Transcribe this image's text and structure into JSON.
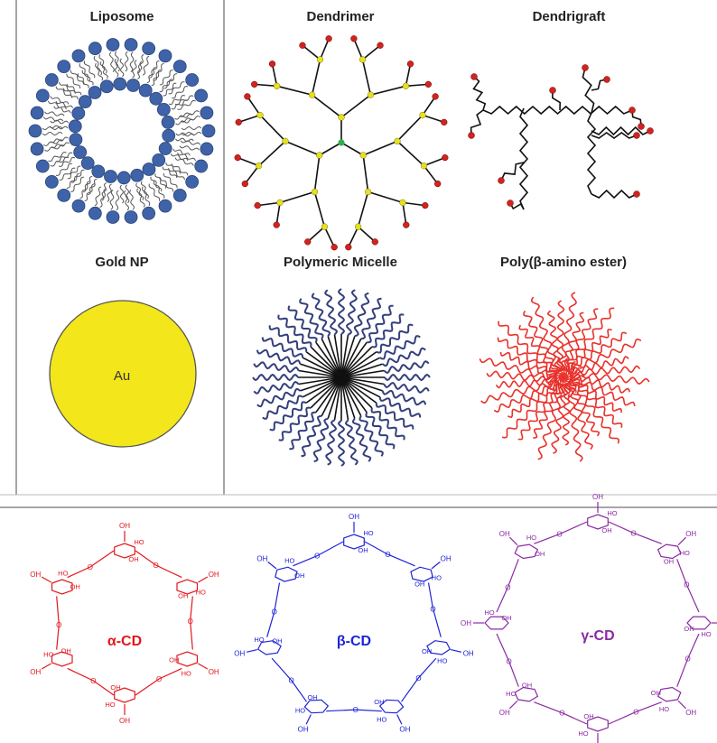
{
  "panels": {
    "liposome": {
      "title": "Liposome",
      "color": "#3f63a8"
    },
    "dendrimer": {
      "title": "Dendrimer",
      "node_color": "#e6e020",
      "end_color": "#d2231e",
      "core_color": "#2fae4a"
    },
    "dendrigraft": {
      "title": "Dendrigraft",
      "end_color": "#d2231e"
    },
    "gold": {
      "title": "Gold NP",
      "label": "Au",
      "color": "#f3e61a"
    },
    "micelle": {
      "title": "Polymeric Micelle",
      "color": "#34407c"
    },
    "pbae": {
      "title": "Poly(β-amino ester)",
      "color": "#e8322c"
    }
  },
  "cyclodextrins": [
    {
      "label": "α-CD",
      "color": "#e3171d",
      "units": 6
    },
    {
      "label": "β-CD",
      "color": "#1f24d6",
      "units": 7
    },
    {
      "label": "γ-CD",
      "color": "#8a2aa3",
      "units": 8
    }
  ],
  "oh_label": "OH",
  "ho_label": "HO"
}
